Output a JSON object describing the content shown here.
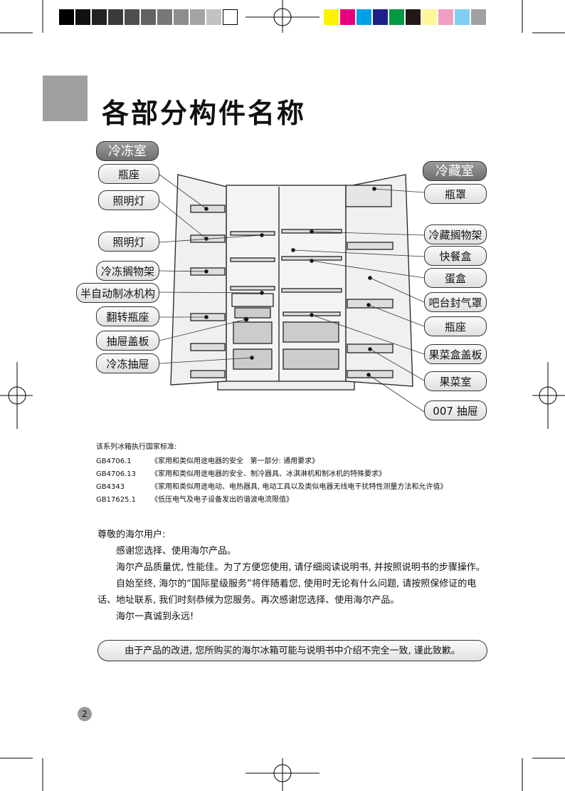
{
  "title": "各部分构件名称",
  "colors": {
    "grayscale_bar": [
      "#000000",
      "#111111",
      "#222222",
      "#3a3a3a",
      "#4e4e4e",
      "#626262",
      "#777777",
      "#8d8d8d",
      "#a3a3a3",
      "#c2c2c2",
      "#ffffff"
    ],
    "color_bar": [
      "#fff200",
      "#e6007e",
      "#00a0e9",
      "#1d2088",
      "#009944",
      "#231815",
      "#fff799",
      "#f19ec2",
      "#7ecef4",
      "#a0a0a0"
    ]
  },
  "diagram": {
    "freezer_header": "冷冻室",
    "fridge_header": "冷藏室",
    "left_labels": [
      "瓶座",
      "照明灯",
      "照明灯",
      "冷冻搁物架",
      "半自动制冰机构",
      "翻转瓶座",
      "抽屉盖板",
      "冷冻抽屉"
    ],
    "right_labels": [
      "瓶罩",
      "冷藏搁物架",
      "快餐盒",
      "蛋盒",
      "吧台封气罩",
      "瓶座",
      "果菜盒盖板",
      "果菜室",
      "007 抽屉"
    ]
  },
  "standards": {
    "heading": "该系列冰箱执行国家标准:",
    "items": [
      {
        "code": "GB4706.1",
        "name": "《家用和类似用途电器的安全   第一部分: 通用要求》"
      },
      {
        "code": "GB4706.13",
        "name": "《家用和类似用途电器的安全、制冷器具、冰淇淋机和制冰机的特殊要求》"
      },
      {
        "code": "GB4343",
        "name": "《家用和类似用途电动、电热器具, 电动工具以及类似电器无线电干扰特性测量方法和允许值》"
      },
      {
        "code": "GB17625.1",
        "name": "《低压电气及电子设备发出的谐波电流限值》"
      }
    ]
  },
  "letter": {
    "greeting": "尊敬的海尔用户:",
    "p1": "感谢您选择、使用海尔产品。",
    "p2": "海尔产品质量优, 性能佳。为了方便您使用, 请仔细阅读说明书, 并按照说明书的步骤操作。",
    "p3": "自始至终, 海尔的“国际星级服务”将伴随着您, 使用时无论有什么问题, 请按照保修证的电话、地址联系, 我们时刻恭候为您服务。再次感谢您选择、使用海尔产品。",
    "p4": "海尔一真诚到永远!"
  },
  "notice": "由于产品的改进, 您所购买的海尔冰箱可能与说明书中介绍不完全一致, 谨此致歉。",
  "page_number": "2"
}
